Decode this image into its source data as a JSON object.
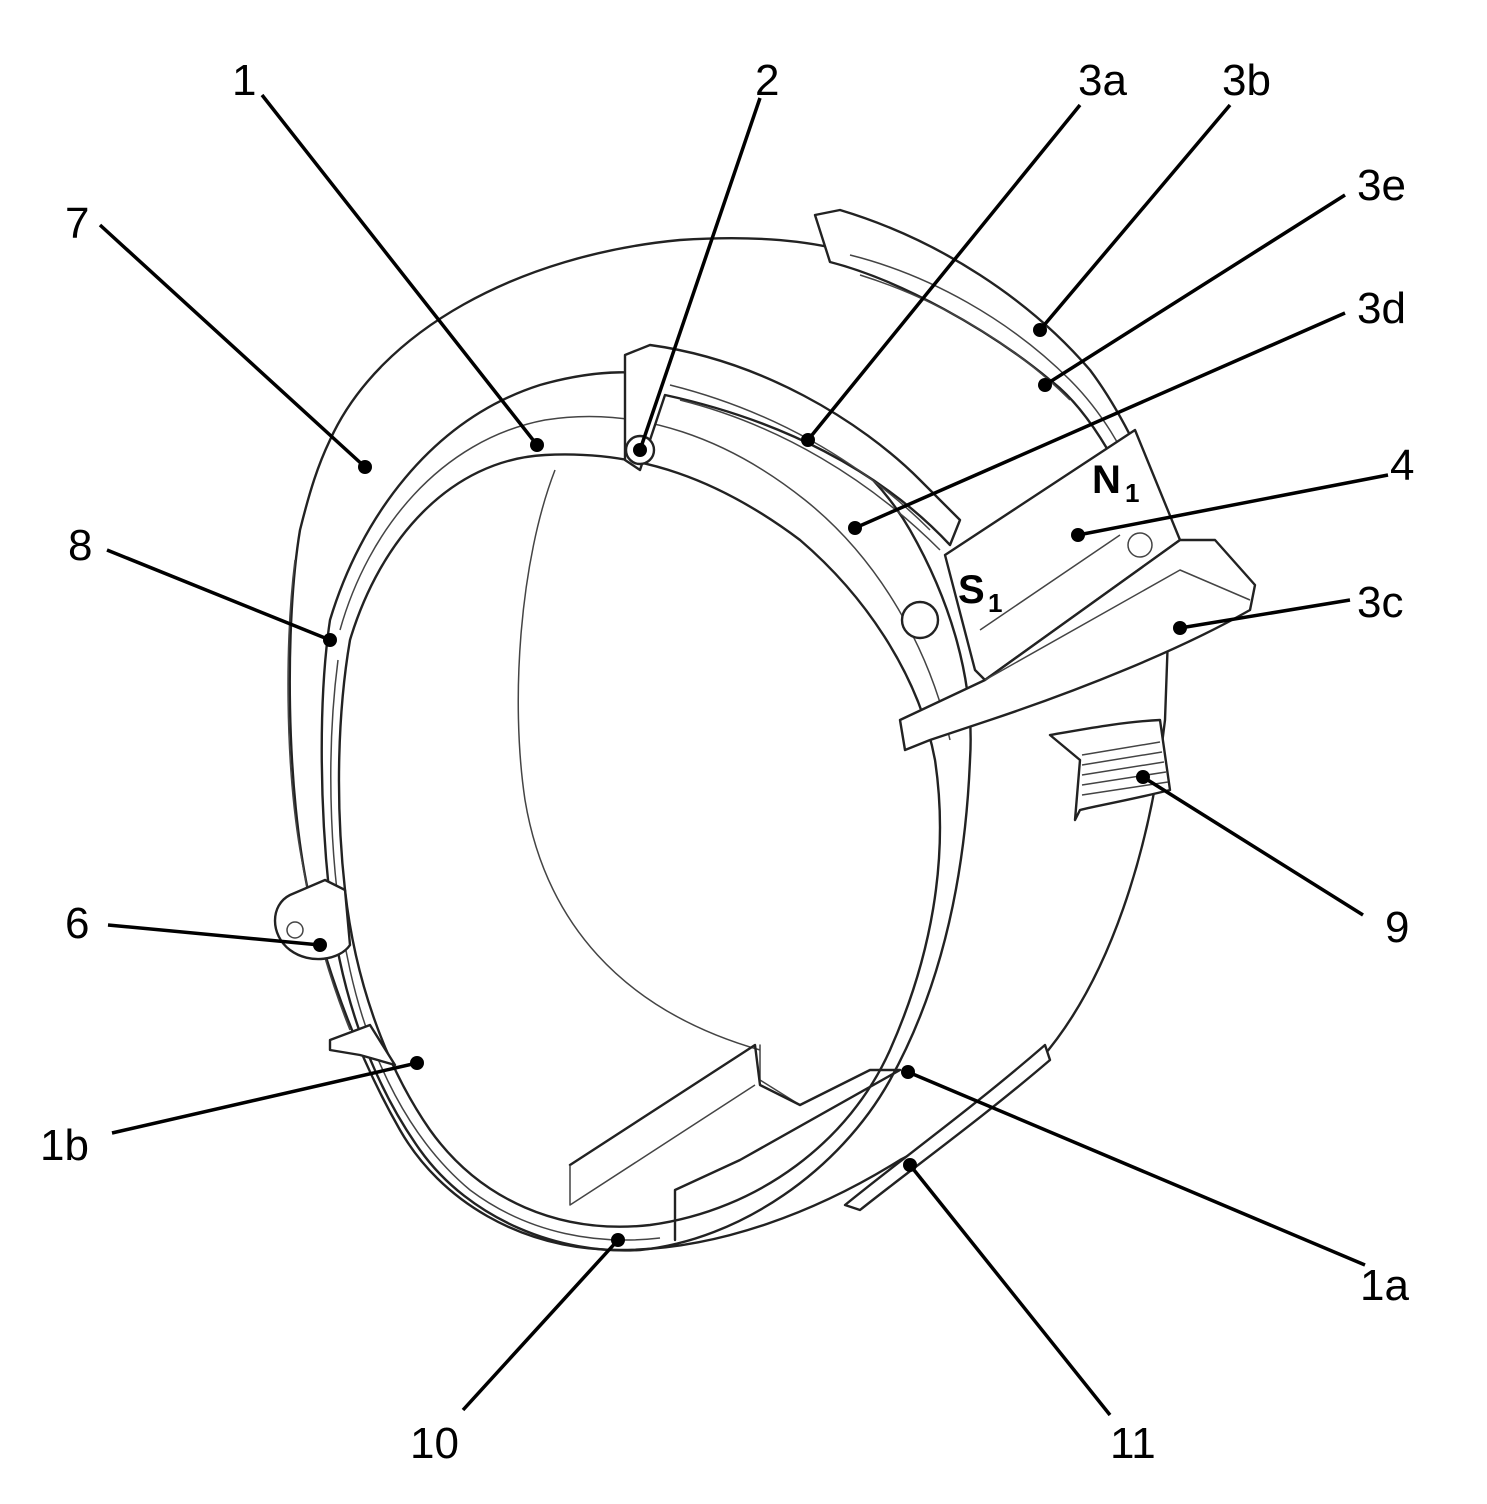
{
  "labels": {
    "l1": "1",
    "l2": "2",
    "l3a": "3a",
    "l3b": "3b",
    "l3e": "3e",
    "l3d": "3d",
    "l7": "7",
    "l8": "8",
    "l4": "4",
    "l3c": "3c",
    "l9": "9",
    "l6": "6",
    "l1b": "1b",
    "l1a": "1a",
    "l10": "10",
    "l11": "11"
  },
  "poles": {
    "n_letter": "N",
    "n_sub": "1",
    "s_letter": "S",
    "s_sub": "1"
  }
}
